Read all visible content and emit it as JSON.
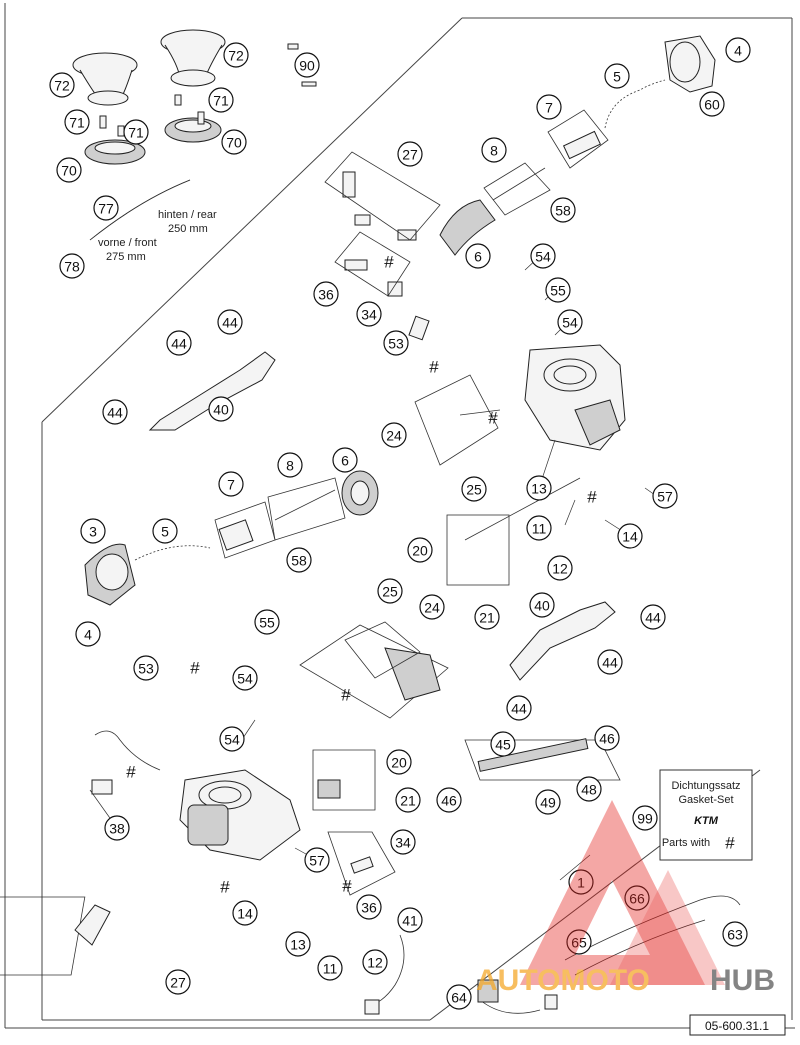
{
  "diagram_code": "05-600.31.1",
  "tube_labels": {
    "rear": "hinten / rear",
    "rear_length": "250 mm",
    "front": "vorne / front",
    "front_length": "275 mm"
  },
  "gasket_box": {
    "title_de": "Dichtungssatz",
    "title_en": "Gasket-Set",
    "brand": "KTM",
    "parts_with": "Parts with",
    "hash": "#"
  },
  "hash_symbol": "#",
  "watermark": {
    "part1": "AUTOMOTO",
    "part2": "HUB",
    "color_red": "#e2201c",
    "color_orange": "#f5a623",
    "color_gray": "#555555"
  },
  "callouts": [
    "72",
    "72",
    "90",
    "71",
    "71",
    "71",
    "70",
    "70",
    "77",
    "78",
    "4",
    "5",
    "60",
    "7",
    "27",
    "8",
    "58",
    "6",
    "36",
    "34",
    "53",
    "54",
    "55",
    "54",
    "44",
    "44",
    "44",
    "40",
    "24",
    "25",
    "13",
    "57",
    "3",
    "5",
    "7",
    "8",
    "6",
    "58",
    "4",
    "11",
    "14",
    "12",
    "20",
    "21",
    "55",
    "25",
    "24",
    "40",
    "44",
    "44",
    "44",
    "53",
    "54",
    "54",
    "20",
    "21",
    "45",
    "46",
    "48",
    "46",
    "49",
    "38",
    "57",
    "34",
    "36",
    "14",
    "13",
    "11",
    "12",
    "41",
    "27",
    "1",
    "99",
    "66",
    "63",
    "65",
    "64"
  ]
}
